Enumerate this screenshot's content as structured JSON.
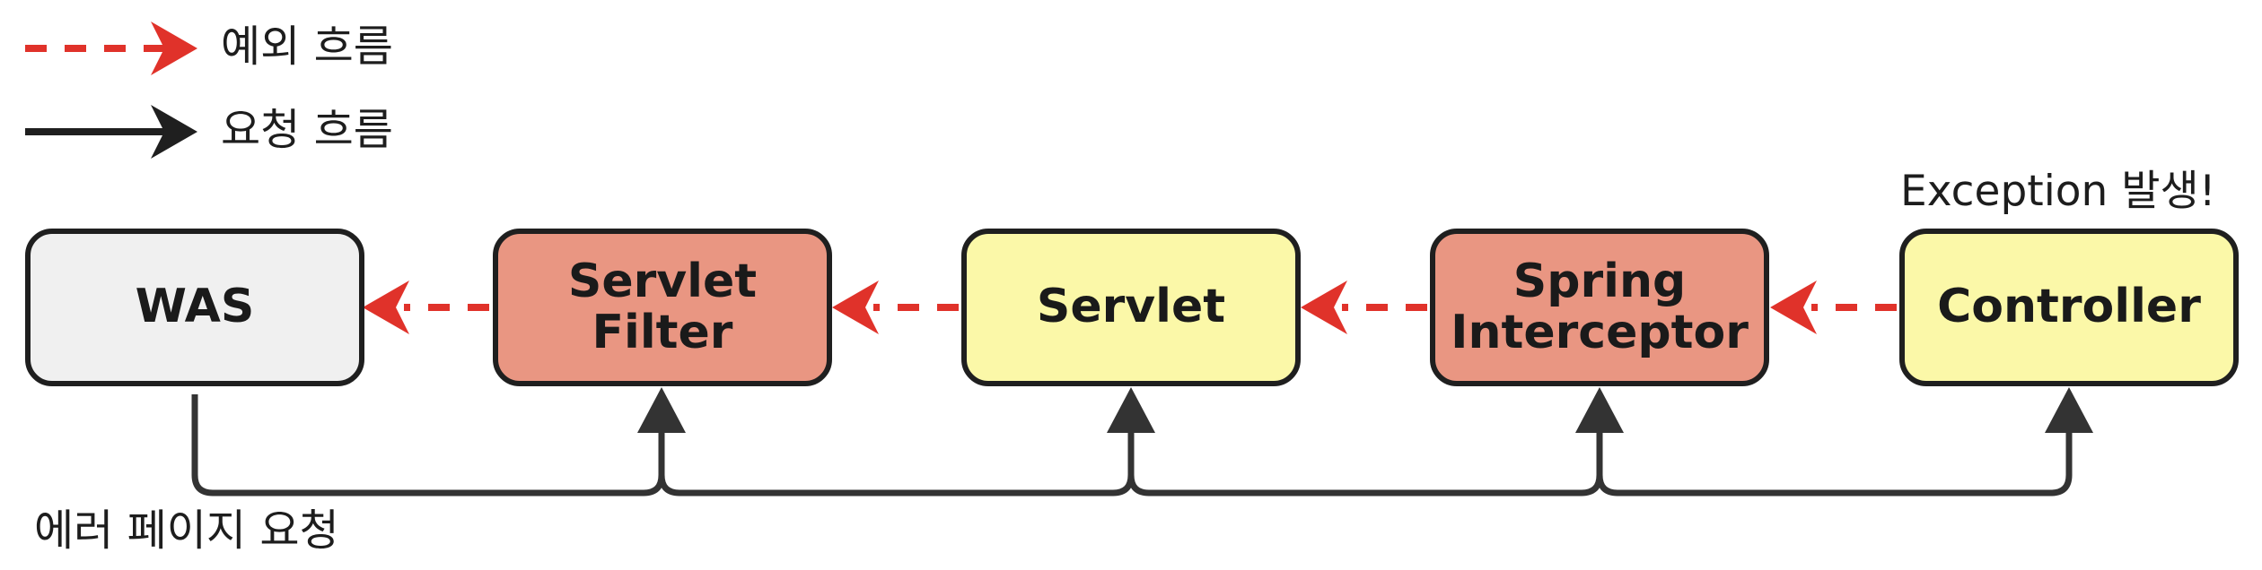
{
  "legend": [
    {
      "label": "예외 흐름",
      "style": "dashed",
      "color": "#e0322a"
    },
    {
      "label": "요청 흐름",
      "style": "solid",
      "color": "#1f1f1f"
    }
  ],
  "nodes": [
    {
      "id": "was",
      "label": "WAS",
      "fill": "#f0f0f0"
    },
    {
      "id": "servlet-filter",
      "label": "Servlet\nFilter",
      "fill": "#e99682"
    },
    {
      "id": "servlet",
      "label": "Servlet",
      "fill": "#fbf8a8"
    },
    {
      "id": "spring-interceptor",
      "label": "Spring\nInterceptor",
      "fill": "#e99682"
    },
    {
      "id": "controller",
      "label": "Controller",
      "fill": "#fbf8a8"
    }
  ],
  "annotations": {
    "exception": "Exception 발생!",
    "error_page_request": "에러 페이지 요청"
  },
  "colors": {
    "exception_flow": "#e0322a",
    "request_flow": "#333333",
    "border": "#1f1f1f"
  }
}
